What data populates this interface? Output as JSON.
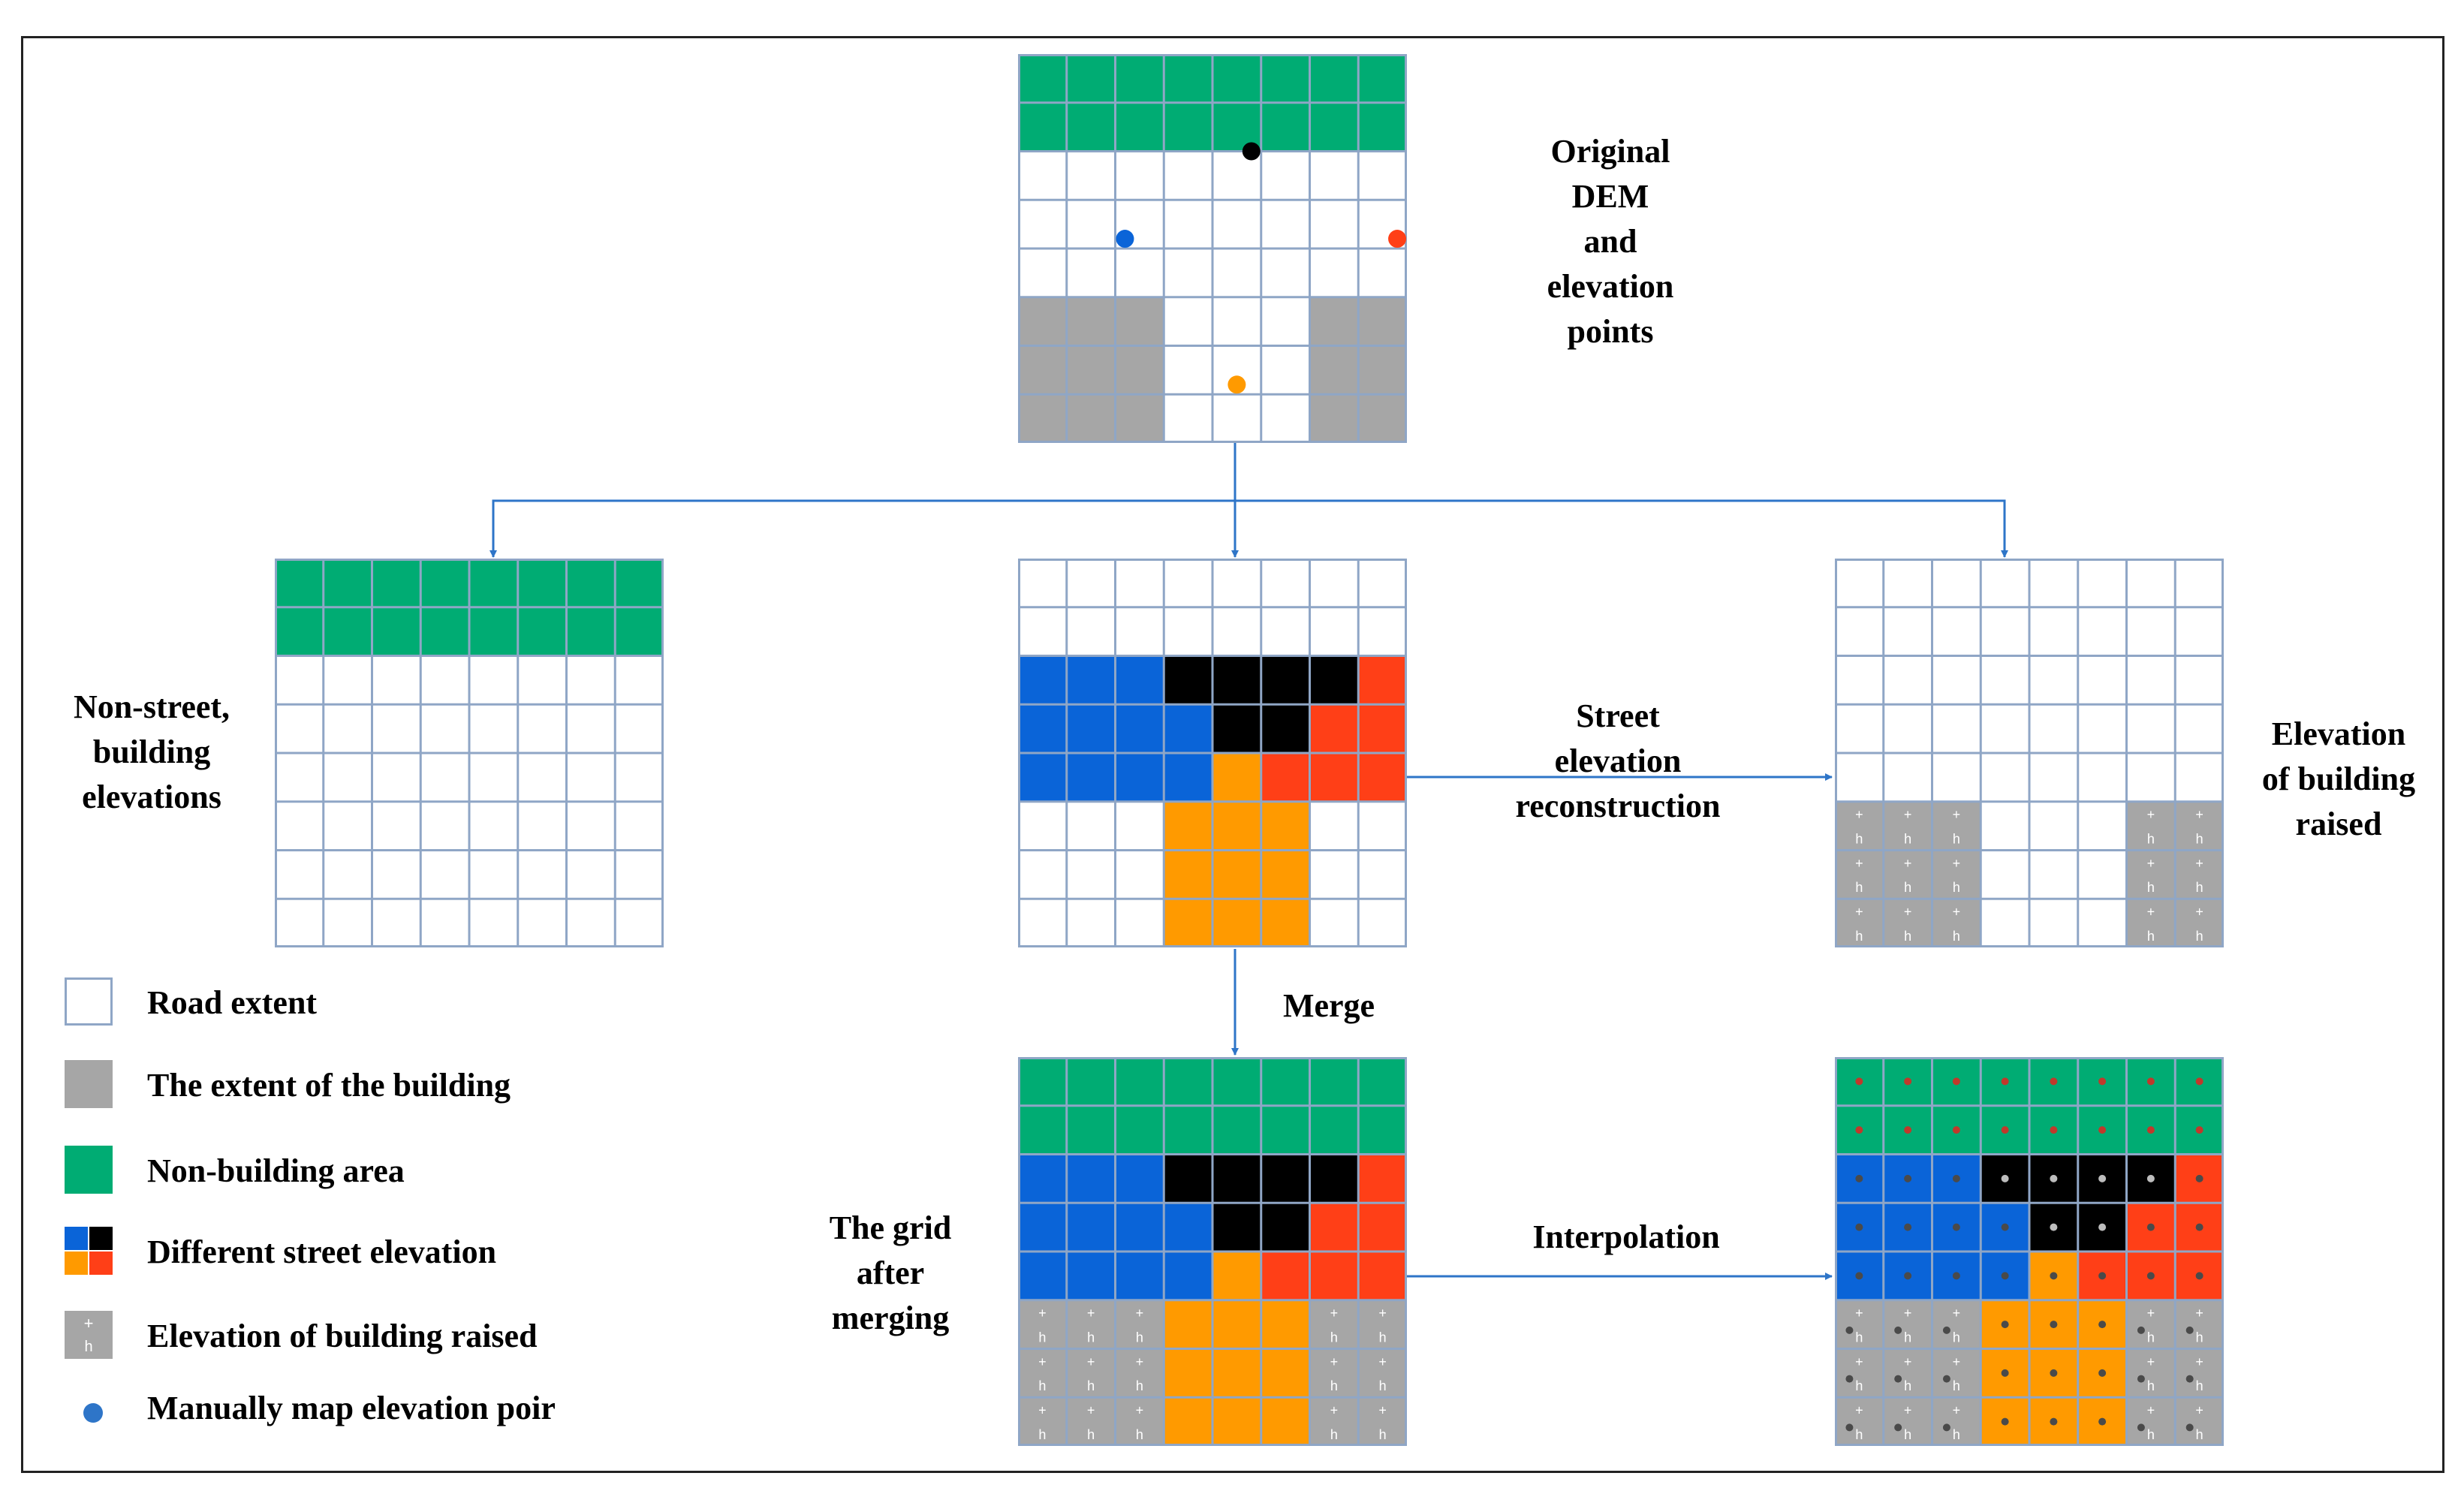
{
  "colors": {
    "white": "#ffffff",
    "green": "#00ac73",
    "gray": "#a6a6a6",
    "blue": "#0a64d8",
    "black": "#000000",
    "red": "#ff3f17",
    "orange": "#ff9a00",
    "grid_line": "#8fa6c6",
    "arrow": "#2e75c8",
    "dot_dark": "#4a4a4a",
    "dot_red": "#c0392b",
    "mark_text": "#ffffff"
  },
  "labels": {
    "original_line1": "Original",
    "original_line2": "DEM",
    "original_line3": "and",
    "original_line4": "elevation",
    "original_line5": "points",
    "nonstreet_line1": "Non-street,",
    "nonstreet_line2": "building",
    "nonstreet_line3": "elevations",
    "street_line1": "Street",
    "street_line2": "elevation",
    "street_line3": "reconstruction",
    "raised_line1": "Elevation",
    "raised_line2": "of building",
    "raised_line3": "raised",
    "merge": "Merge",
    "merged_line1": "The grid",
    "merged_line2": "after",
    "merged_line3": "merging",
    "interpolation": "Interpolation"
  },
  "legend": [
    {
      "swatch": "white",
      "text": "Road extent"
    },
    {
      "swatch": "gray",
      "text": "The extent of the building"
    },
    {
      "swatch": "green",
      "text": "Non-building area"
    },
    {
      "swatch": "quad",
      "text": "Different street elevation"
    },
    {
      "swatch": "raised",
      "text": "Elevation of building raised"
    },
    {
      "swatch": "point",
      "text": "Manually map elevation poir"
    }
  ],
  "cell_marks": {
    "plus": "+",
    "h": "h"
  },
  "grids": {
    "original": {
      "rows": [
        "GGGGGGGG",
        "GGGGGGGG",
        "WWWWWWWW",
        "WWWWWWWW",
        "WWWWWWWW",
        "YYYWWWYY",
        "YYYWWWYY",
        "YYYWWWYY"
      ],
      "points": [
        {
          "color": "black",
          "row": 2,
          "col": 4.8
        },
        {
          "color": "blue",
          "row": 3.8,
          "col": 2.2
        },
        {
          "color": "red",
          "row": 3.8,
          "col": 7.8
        },
        {
          "color": "orange",
          "row": 6.8,
          "col": 4.5
        }
      ]
    },
    "nonstreet": {
      "rows": [
        "GGGGGGGG",
        "GGGGGGGG",
        "WWWWWWWW",
        "WWWWWWWW",
        "WWWWWWWW",
        "WWWWWWWW",
        "WWWWWWWW",
        "WWWWWWWW"
      ]
    },
    "street": {
      "rows": [
        "WWWWWWWW",
        "WWWWWWWW",
        "BBBKKKKR",
        "BBBBKKRR",
        "BBBBORRR",
        "WWWOOOWW",
        "WWWOOOWW",
        "WWWOOOWW"
      ]
    },
    "raised": {
      "rows": [
        "WWWWWWWW",
        "WWWWWWWW",
        "WWWWWWWW",
        "WWWWWWWW",
        "WWWWWWWW",
        "HHHWWWHH",
        "HHHWWWHH",
        "HHHWWWHH"
      ]
    },
    "merged": {
      "rows": [
        "GGGGGGGG",
        "GGGGGGGG",
        "BBBKKKKR",
        "BBBBKKRR",
        "BBBBORRR",
        "HHHOOOHH",
        "HHHOOOHH",
        "HHHOOOHH"
      ]
    },
    "interpolated": {
      "rows": [
        "GGGGGGGG",
        "GGGGGGGG",
        "BBBKKKKR",
        "BBBBKKRR",
        "BBBBORRR",
        "HHHOOOHH",
        "HHHOOOHH",
        "HHHOOOHH"
      ],
      "dots": true
    }
  }
}
